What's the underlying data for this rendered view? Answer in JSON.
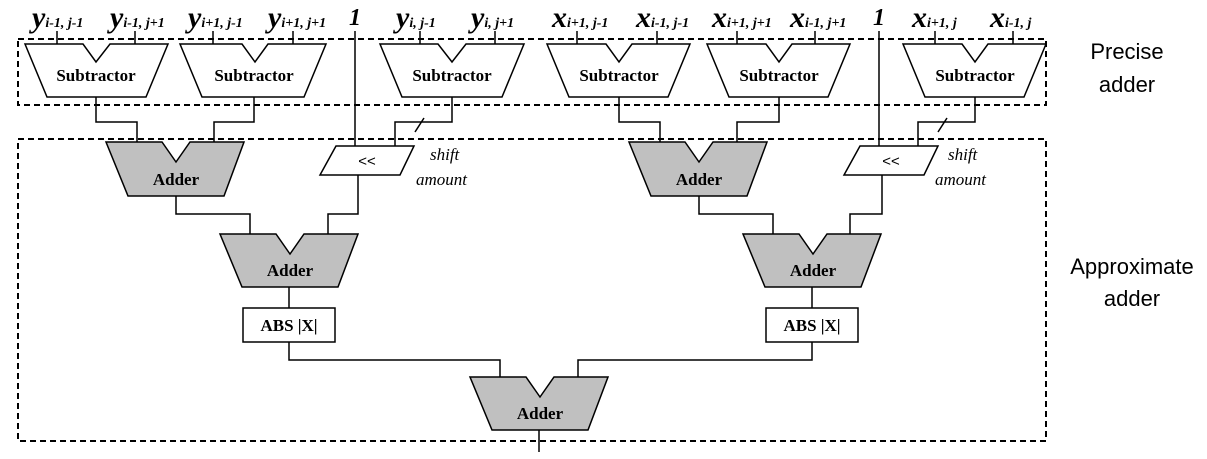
{
  "inputs": {
    "in1": {
      "base": "y",
      "sub": "i-1, j-1"
    },
    "in2": {
      "base": "y",
      "sub": "i-1, j+1"
    },
    "in3": {
      "base": "y",
      "sub": "i+1, j-1"
    },
    "in4": {
      "base": "y",
      "sub": "i+1, j+1"
    },
    "in5": {
      "base": "y",
      "sub": "i, j-1"
    },
    "in6": {
      "base": "y",
      "sub": "i, j+1"
    },
    "in7": {
      "base": "x",
      "sub": "i+1, j-1"
    },
    "in8": {
      "base": "x",
      "sub": "i-1, j-1"
    },
    "in9": {
      "base": "x",
      "sub": "i+1, j+1"
    },
    "in10": {
      "base": "x",
      "sub": "i-1, j+1"
    },
    "in11": {
      "base": "x",
      "sub": "i+1, j"
    },
    "in12": {
      "base": "x",
      "sub": "i-1, j"
    }
  },
  "constant_one": "1",
  "blocks": {
    "subtractor": "Subtractor",
    "adder": "Adder",
    "shift": "<<",
    "abs": "ABS |X|"
  },
  "shift_label": {
    "line1": "shift",
    "line2": "amount"
  },
  "regions": {
    "precise": {
      "line1": "Precise",
      "line2": "adder"
    },
    "approximate": {
      "line1": "Approximate",
      "line2": "adder"
    }
  },
  "colors": {
    "adder_fill": "#c0c0c0",
    "line": "#000000",
    "background": "#ffffff"
  }
}
